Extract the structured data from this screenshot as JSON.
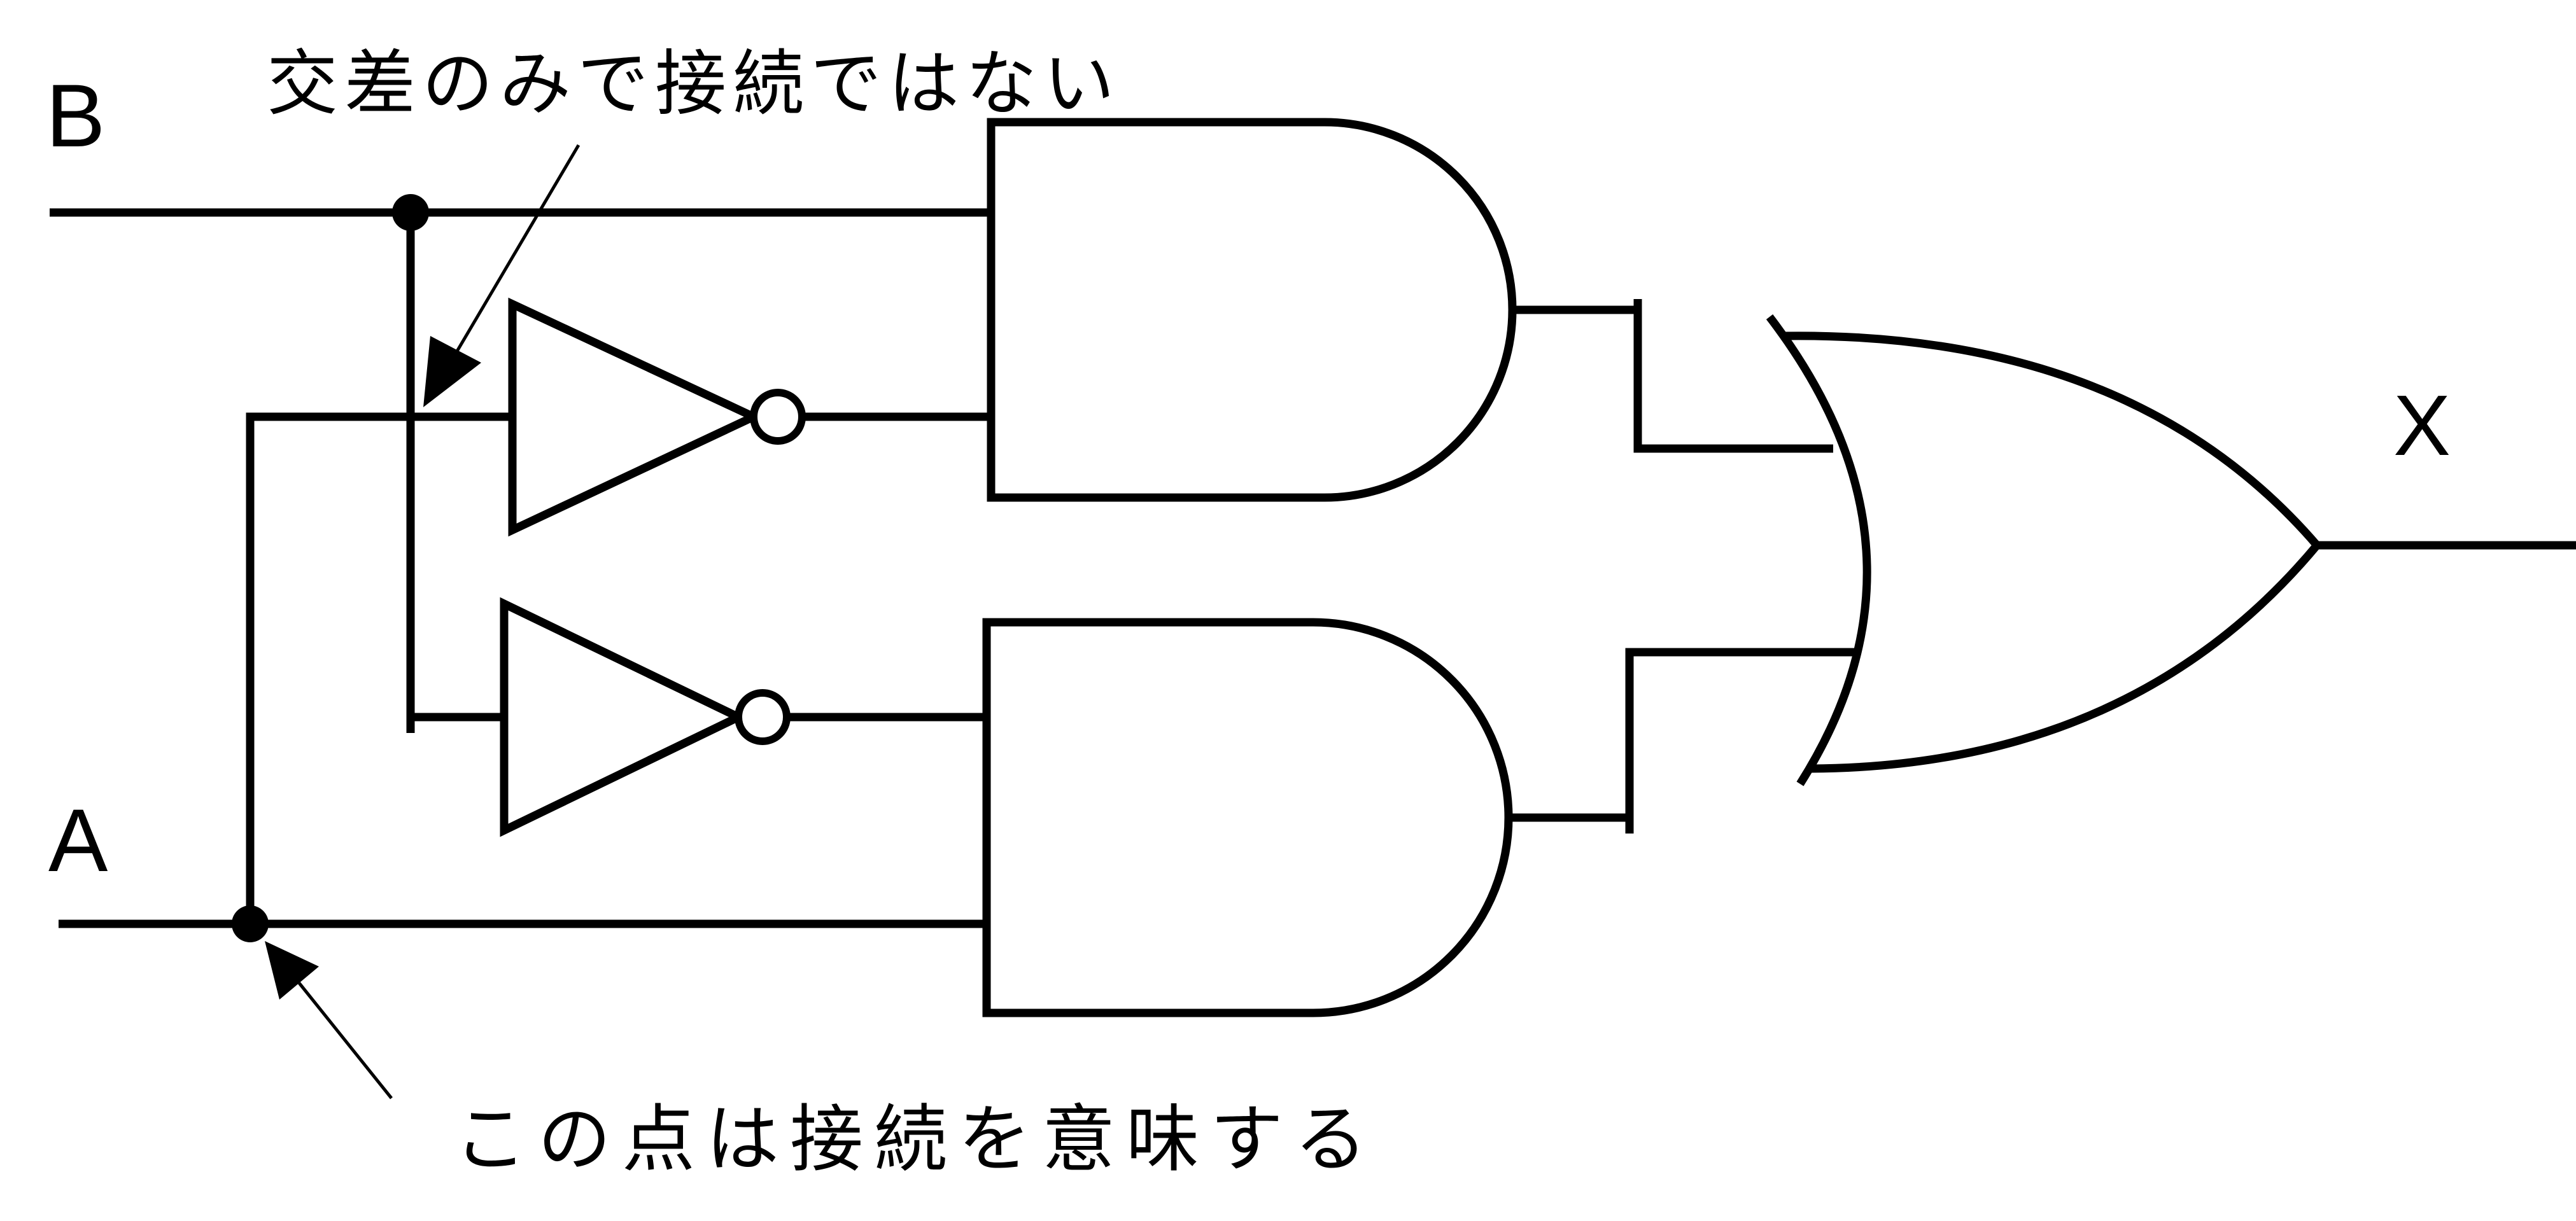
{
  "diagram": {
    "background_color": "#ffffff",
    "ink_color": "#000000",
    "labels": {
      "input_b": "B",
      "input_a": "A",
      "output_x": "X"
    },
    "annotations": {
      "crossing_note": "交差のみで接続ではない",
      "junction_note": "この点は接続を意味する"
    },
    "gates": [
      {
        "name": "not-gate-upper",
        "type": "NOT"
      },
      {
        "name": "not-gate-lower",
        "type": "NOT"
      },
      {
        "name": "and-gate-upper",
        "type": "AND"
      },
      {
        "name": "and-gate-lower",
        "type": "AND"
      },
      {
        "name": "or-gate",
        "type": "OR"
      }
    ]
  }
}
